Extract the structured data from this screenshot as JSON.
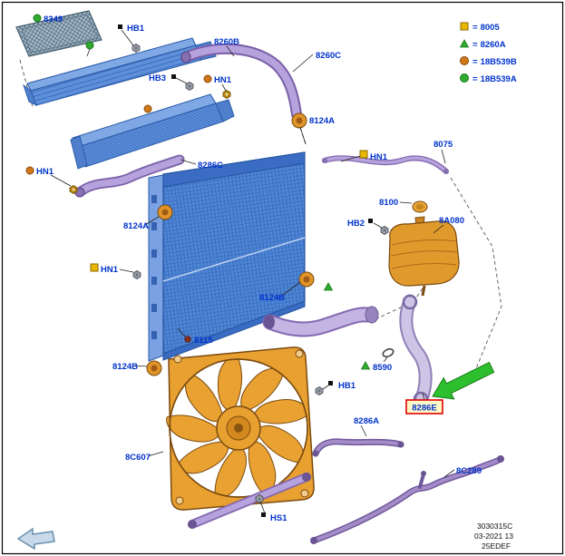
{
  "diagram": {
    "highlighted_part": "8286E"
  },
  "labels": {
    "p8349": "8349",
    "hb1_top": "HB1",
    "p8260b": "8260B",
    "p8260c": "8260C",
    "hb3": "HB3",
    "hn1_top": "HN1",
    "p8124a_top": "8124A",
    "p8286c": "8286C",
    "hn1_left": "HN1",
    "p8075": "8075",
    "hn1_right": "HN1",
    "p8100": "8100",
    "hb2": "HB2",
    "p8a080": "8A080",
    "p8124a_left": "8124A",
    "hn1_lower": "HN1",
    "p8124b_mid": "8124B",
    "p8115": "8115",
    "p8124b_low": "8124B",
    "p8590": "8590",
    "hb1_mid": "HB1",
    "p8c607": "8C607",
    "p8286a": "8286A",
    "p8286e": "8286E",
    "p8c289": "8C289",
    "hs1": "HS1"
  },
  "legend": {
    "equals": "=",
    "items": [
      {
        "symbol": "yellow-square",
        "code": "8005"
      },
      {
        "symbol": "green-triangle",
        "code": "8260A"
      },
      {
        "symbol": "orange-circle",
        "code": "18B539B"
      },
      {
        "symbol": "green-circle",
        "code": "18B539A"
      }
    ]
  },
  "footer": {
    "doc": "3030315C",
    "date": "03-2021 13",
    "sheet": "25EDEF"
  },
  "colors": {
    "label_text": "#0033cc",
    "radiator_blue": "#4f86d6",
    "hose_purple": "#b6a2dc",
    "part_orange": "#e09a2c",
    "marker_green": "#2faa2f",
    "marker_yellow": "#e8b800",
    "marker_orange_dot": "#d07818",
    "highlight_red": "#e00000",
    "arrow_green": "#2ebf2e"
  }
}
